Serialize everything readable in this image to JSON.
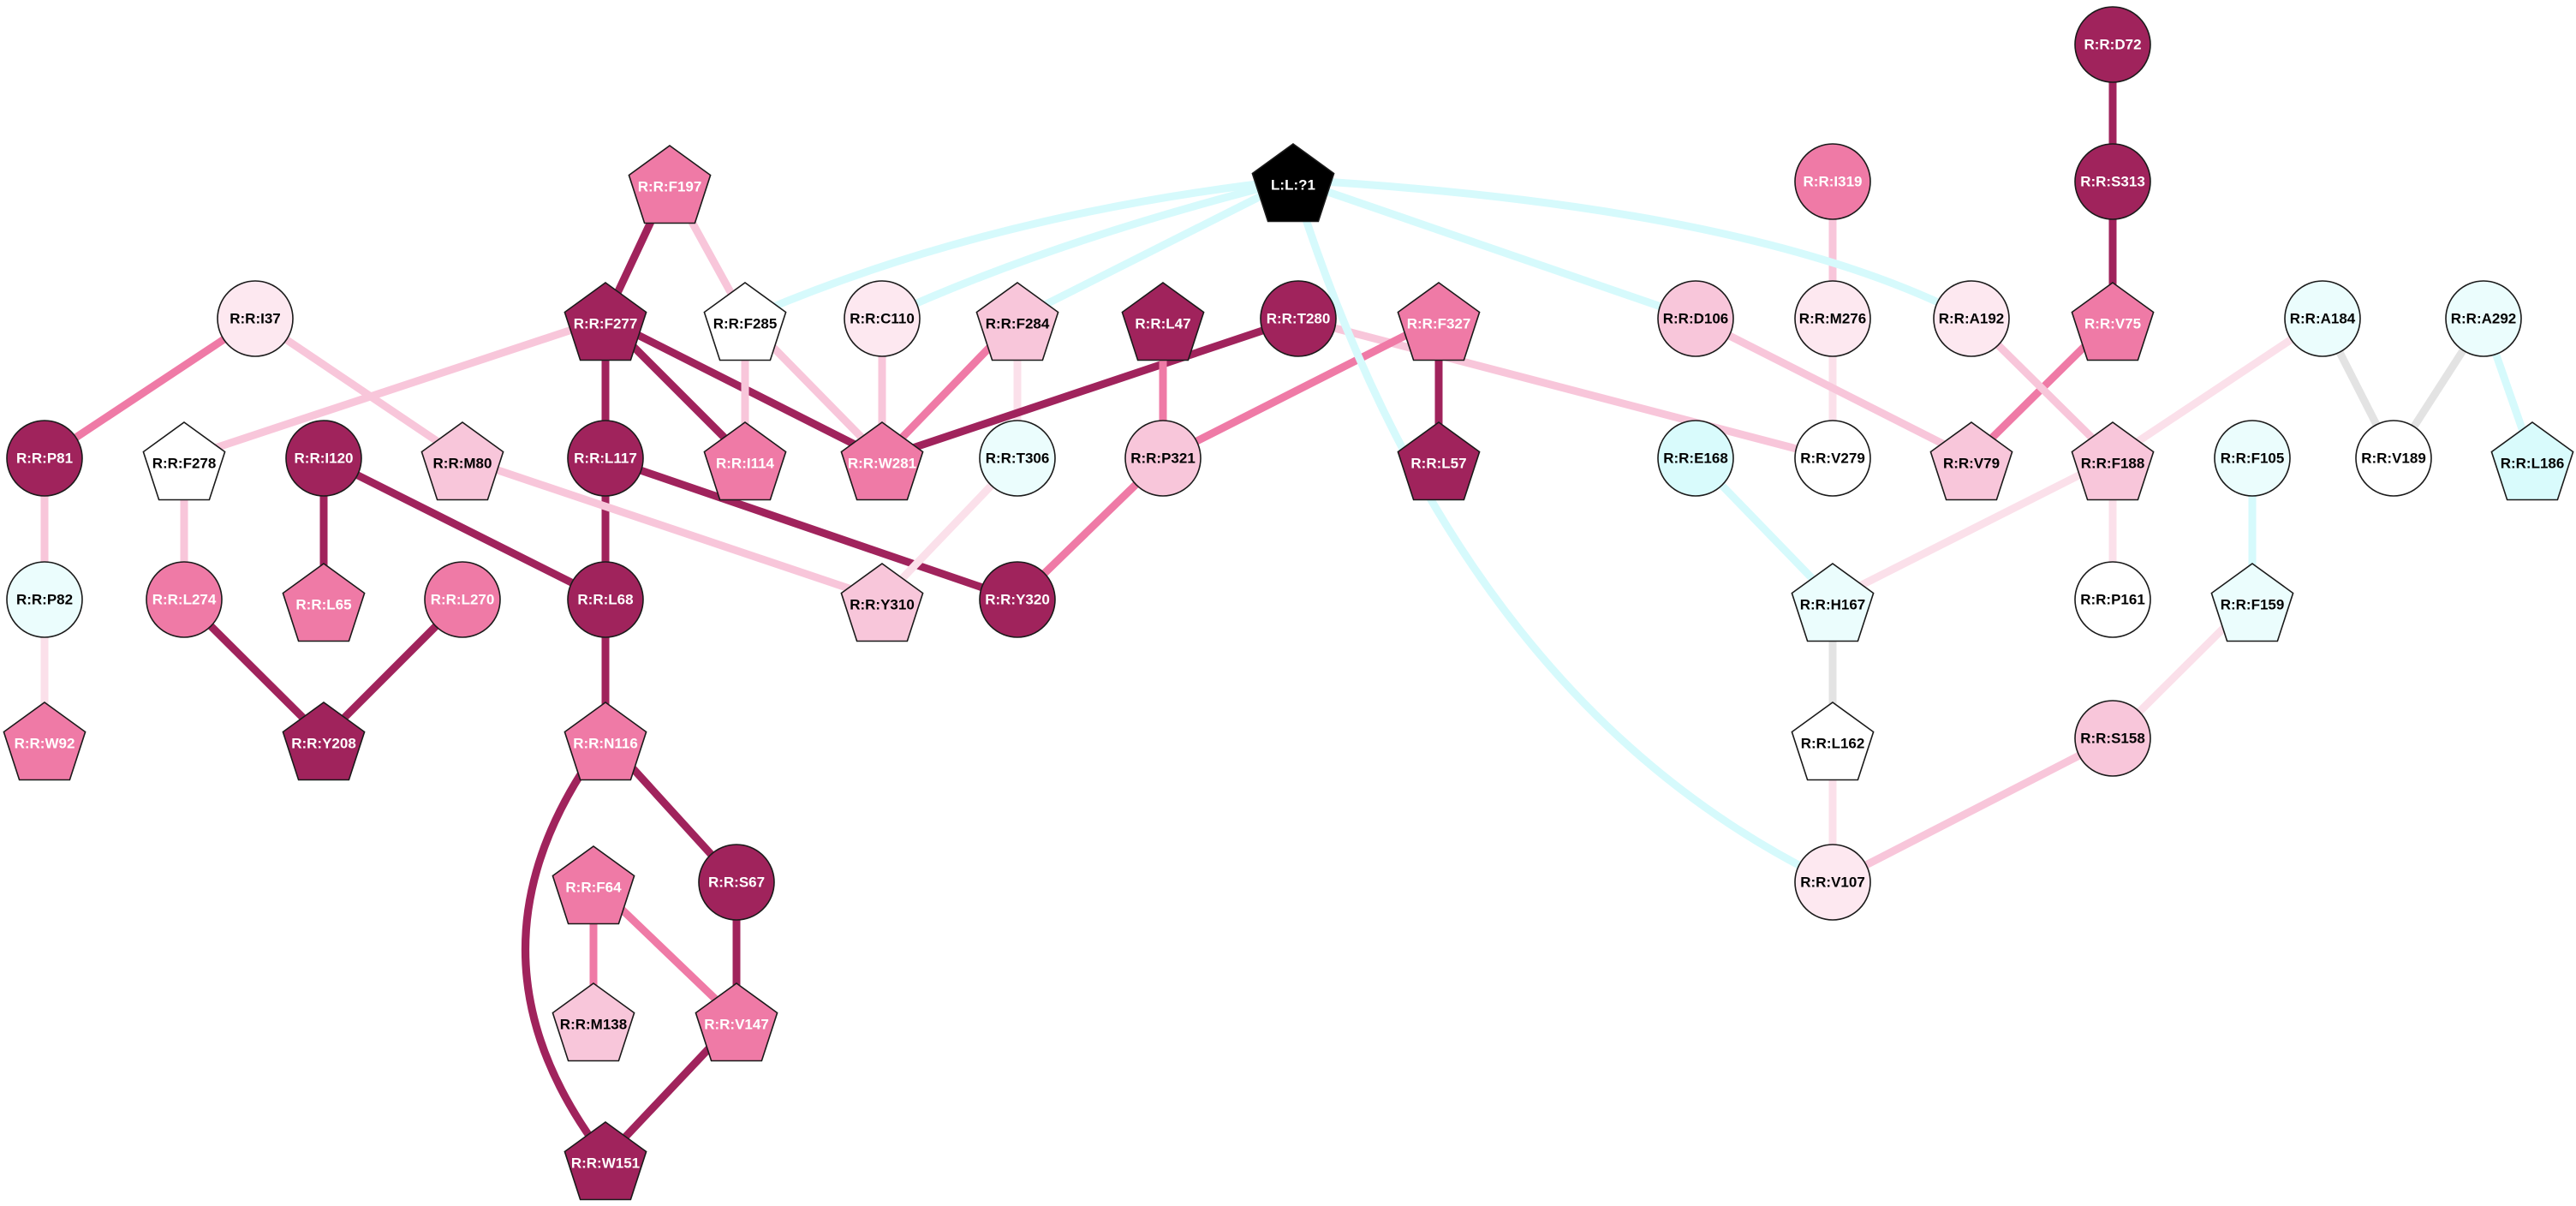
{
  "palette": {
    "dark": "#a0235c",
    "medium": "#ef7aa6",
    "light": "#f8c6da",
    "pale": "#fde8f0",
    "cyan": "#d9fbfc",
    "cyan_pale": "#ebfdfd",
    "white": "#ffffff",
    "black": "#000000",
    "grey": "#e3e3e3",
    "edge_cyan": "#d6fafc",
    "edge_pale": "#fbe0ea"
  },
  "nodes": [
    {
      "id": "L:L:?1",
      "label": "L:L:?1",
      "shape": "pentagon",
      "color": "black"
    },
    {
      "id": "R:R:D72",
      "label": "R:R:D72",
      "shape": "circle",
      "color": "dark"
    },
    {
      "id": "R:R:S313",
      "label": "R:R:S313",
      "shape": "circle",
      "color": "dark"
    },
    {
      "id": "R:R:V75",
      "label": "R:R:V75",
      "shape": "pentagon",
      "color": "medium"
    },
    {
      "id": "R:R:F197",
      "label": "R:R:F197",
      "shape": "pentagon",
      "color": "medium"
    },
    {
      "id": "R:R:I319",
      "label": "R:R:I319",
      "shape": "circle",
      "color": "medium"
    },
    {
      "id": "R:R:I37",
      "label": "R:R:I37",
      "shape": "circle",
      "color": "pale"
    },
    {
      "id": "R:R:F277",
      "label": "R:R:F277",
      "shape": "pentagon",
      "color": "dark"
    },
    {
      "id": "R:R:F285",
      "label": "R:R:F285",
      "shape": "pentagon",
      "color": "white"
    },
    {
      "id": "R:R:C110",
      "label": "R:R:C110",
      "shape": "circle",
      "color": "pale"
    },
    {
      "id": "R:R:F284",
      "label": "R:R:F284",
      "shape": "pentagon",
      "color": "light"
    },
    {
      "id": "R:R:L47",
      "label": "R:R:L47",
      "shape": "pentagon",
      "color": "dark"
    },
    {
      "id": "R:R:T280",
      "label": "R:R:T280",
      "shape": "circle",
      "color": "dark"
    },
    {
      "id": "R:R:F327",
      "label": "R:R:F327",
      "shape": "pentagon",
      "color": "medium"
    },
    {
      "id": "R:R:D106",
      "label": "R:R:D106",
      "shape": "circle",
      "color": "light"
    },
    {
      "id": "R:R:M276",
      "label": "R:R:M276",
      "shape": "circle",
      "color": "pale"
    },
    {
      "id": "R:R:A192",
      "label": "R:R:A192",
      "shape": "circle",
      "color": "pale"
    },
    {
      "id": "R:R:A184",
      "label": "R:R:A184",
      "shape": "circle",
      "color": "cyan_pale"
    },
    {
      "id": "R:R:A292",
      "label": "R:R:A292",
      "shape": "circle",
      "color": "cyan_pale"
    },
    {
      "id": "R:R:P81",
      "label": "R:R:P81",
      "shape": "circle",
      "color": "dark"
    },
    {
      "id": "R:R:F278",
      "label": "R:R:F278",
      "shape": "pentagon",
      "color": "white"
    },
    {
      "id": "R:R:I120",
      "label": "R:R:I120",
      "shape": "circle",
      "color": "dark"
    },
    {
      "id": "R:R:M80",
      "label": "R:R:M80",
      "shape": "pentagon",
      "color": "light"
    },
    {
      "id": "R:R:L117",
      "label": "R:R:L117",
      "shape": "circle",
      "color": "dark"
    },
    {
      "id": "R:R:I114",
      "label": "R:R:I114",
      "shape": "pentagon",
      "color": "medium"
    },
    {
      "id": "R:R:W281",
      "label": "R:R:W281",
      "shape": "pentagon",
      "color": "medium"
    },
    {
      "id": "R:R:T306",
      "label": "R:R:T306",
      "shape": "circle",
      "color": "cyan_pale"
    },
    {
      "id": "R:R:P321",
      "label": "R:R:P321",
      "shape": "circle",
      "color": "light"
    },
    {
      "id": "R:R:L57",
      "label": "R:R:L57",
      "shape": "pentagon",
      "color": "dark"
    },
    {
      "id": "R:R:E168",
      "label": "R:R:E168",
      "shape": "circle",
      "color": "cyan"
    },
    {
      "id": "R:R:V279",
      "label": "R:R:V279",
      "shape": "circle",
      "color": "white"
    },
    {
      "id": "R:R:V79",
      "label": "R:R:V79",
      "shape": "pentagon",
      "color": "light"
    },
    {
      "id": "R:R:F188",
      "label": "R:R:F188",
      "shape": "pentagon",
      "color": "light"
    },
    {
      "id": "R:R:F105",
      "label": "R:R:F105",
      "shape": "circle",
      "color": "cyan_pale"
    },
    {
      "id": "R:R:V189",
      "label": "R:R:V189",
      "shape": "circle",
      "color": "white"
    },
    {
      "id": "R:R:L186",
      "label": "R:R:L186",
      "shape": "pentagon",
      "color": "cyan"
    },
    {
      "id": "R:R:P82",
      "label": "R:R:P82",
      "shape": "circle",
      "color": "cyan_pale"
    },
    {
      "id": "R:R:L274",
      "label": "R:R:L274",
      "shape": "circle",
      "color": "medium"
    },
    {
      "id": "R:R:L65",
      "label": "R:R:L65",
      "shape": "pentagon",
      "color": "medium"
    },
    {
      "id": "R:R:L270",
      "label": "R:R:L270",
      "shape": "circle",
      "color": "medium"
    },
    {
      "id": "R:R:L68",
      "label": "R:R:L68",
      "shape": "circle",
      "color": "dark"
    },
    {
      "id": "R:R:Y310",
      "label": "R:R:Y310",
      "shape": "pentagon",
      "color": "light"
    },
    {
      "id": "R:R:Y320",
      "label": "R:R:Y320",
      "shape": "circle",
      "color": "dark"
    },
    {
      "id": "R:R:H167",
      "label": "R:R:H167",
      "shape": "pentagon",
      "color": "cyan_pale"
    },
    {
      "id": "R:R:P161",
      "label": "R:R:P161",
      "shape": "circle",
      "color": "white"
    },
    {
      "id": "R:R:F159",
      "label": "R:R:F159",
      "shape": "pentagon",
      "color": "cyan_pale"
    },
    {
      "id": "R:R:W92",
      "label": "R:R:W92",
      "shape": "pentagon",
      "color": "medium"
    },
    {
      "id": "R:R:Y208",
      "label": "R:R:Y208",
      "shape": "pentagon",
      "color": "dark"
    },
    {
      "id": "R:R:N116",
      "label": "R:R:N116",
      "shape": "pentagon",
      "color": "medium"
    },
    {
      "id": "R:R:L162",
      "label": "R:R:L162",
      "shape": "pentagon",
      "color": "white"
    },
    {
      "id": "R:R:S158",
      "label": "R:R:S158",
      "shape": "circle",
      "color": "light"
    },
    {
      "id": "R:R:F64",
      "label": "R:R:F64",
      "shape": "pentagon",
      "color": "medium"
    },
    {
      "id": "R:R:S67",
      "label": "R:R:S67",
      "shape": "circle",
      "color": "dark"
    },
    {
      "id": "R:R:V107",
      "label": "R:R:V107",
      "shape": "circle",
      "color": "pale"
    },
    {
      "id": "R:R:M138",
      "label": "R:R:M138",
      "shape": "pentagon",
      "color": "light"
    },
    {
      "id": "R:R:V147",
      "label": "R:R:V147",
      "shape": "pentagon",
      "color": "medium"
    },
    {
      "id": "R:R:W151",
      "label": "R:R:W151",
      "shape": "pentagon",
      "color": "dark"
    }
  ],
  "edges": [
    {
      "from": "R:R:D72",
      "to": "R:R:S313",
      "color": "dark"
    },
    {
      "from": "R:R:S313",
      "to": "R:R:V75",
      "color": "dark"
    },
    {
      "from": "R:R:V75",
      "to": "R:R:V79",
      "color": "medium"
    },
    {
      "from": "R:R:I319",
      "to": "R:R:M276",
      "color": "light"
    },
    {
      "from": "R:R:M276",
      "to": "R:R:V279",
      "color": "edge_pale"
    },
    {
      "from": "R:R:F197",
      "to": "R:R:F277",
      "color": "dark"
    },
    {
      "from": "R:R:F197",
      "to": "R:R:F285",
      "color": "light"
    },
    {
      "from": "R:R:I37",
      "to": "R:R:P81",
      "color": "medium"
    },
    {
      "from": "R:R:I37",
      "to": "R:R:M80",
      "color": "light"
    },
    {
      "from": "R:R:F277",
      "to": "R:R:L117",
      "color": "dark"
    },
    {
      "from": "R:R:F277",
      "to": "R:R:I114",
      "color": "dark"
    },
    {
      "from": "R:R:F277",
      "to": "R:R:W281",
      "color": "dark"
    },
    {
      "from": "R:R:F277",
      "to": "R:R:F278",
      "color": "light"
    },
    {
      "from": "R:R:F285",
      "to": "R:R:I114",
      "color": "light"
    },
    {
      "from": "R:R:F285",
      "to": "R:R:W281",
      "color": "light"
    },
    {
      "from": "R:R:C110",
      "to": "R:R:W281",
      "color": "light"
    },
    {
      "from": "R:R:F284",
      "to": "R:R:W281",
      "color": "medium"
    },
    {
      "from": "R:R:F284",
      "to": "R:R:T306",
      "color": "edge_pale"
    },
    {
      "from": "R:R:T280",
      "to": "R:R:W281",
      "color": "dark"
    },
    {
      "from": "R:R:T280",
      "to": "R:R:V279",
      "color": "light"
    },
    {
      "from": "R:R:L47",
      "to": "R:R:P321",
      "color": "medium"
    },
    {
      "from": "R:R:F327",
      "to": "R:R:P321",
      "color": "medium"
    },
    {
      "from": "R:R:F327",
      "to": "R:R:L57",
      "color": "dark"
    },
    {
      "from": "R:R:P321",
      "to": "R:R:Y320",
      "color": "medium"
    },
    {
      "from": "R:R:L117",
      "to": "R:R:L68",
      "color": "dark"
    },
    {
      "from": "R:R:L117",
      "to": "R:R:Y320",
      "color": "dark"
    },
    {
      "from": "R:R:I120",
      "to": "R:R:L65",
      "color": "dark"
    },
    {
      "from": "R:R:I120",
      "to": "R:R:L68",
      "color": "dark"
    },
    {
      "from": "R:R:M80",
      "to": "R:R:Y310",
      "color": "light"
    },
    {
      "from": "R:R:T306",
      "to": "R:R:Y310",
      "color": "edge_pale"
    },
    {
      "from": "R:R:P81",
      "to": "R:R:P82",
      "color": "light"
    },
    {
      "from": "R:R:P82",
      "to": "R:R:W92",
      "color": "edge_pale"
    },
    {
      "from": "R:R:F278",
      "to": "R:R:L274",
      "color": "light"
    },
    {
      "from": "R:R:L274",
      "to": "R:R:Y208",
      "color": "dark"
    },
    {
      "from": "R:R:L270",
      "to": "R:R:Y208",
      "color": "dark"
    },
    {
      "from": "R:R:L68",
      "to": "R:R:N116",
      "color": "dark"
    },
    {
      "from": "R:R:N116",
      "to": "R:R:S67",
      "color": "dark"
    },
    {
      "from": "R:R:N116",
      "to": "R:R:W151",
      "color": "dark",
      "curve": true
    },
    {
      "from": "R:R:S67",
      "to": "R:R:V147",
      "color": "dark"
    },
    {
      "from": "R:R:F64",
      "to": "R:R:M138",
      "color": "medium"
    },
    {
      "from": "R:R:F64",
      "to": "R:R:V147",
      "color": "medium"
    },
    {
      "from": "R:R:V147",
      "to": "R:R:W151",
      "color": "dark"
    },
    {
      "from": "R:R:D106",
      "to": "R:R:V79",
      "color": "light"
    },
    {
      "from": "R:R:A192",
      "to": "R:R:F188",
      "color": "light"
    },
    {
      "from": "R:R:A184",
      "to": "R:R:F188",
      "color": "edge_pale"
    },
    {
      "from": "R:R:A184",
      "to": "R:R:V189",
      "color": "grey"
    },
    {
      "from": "R:R:A292",
      "to": "R:R:V189",
      "color": "grey"
    },
    {
      "from": "R:R:A292",
      "to": "R:R:L186",
      "color": "edge_cyan"
    },
    {
      "from": "R:R:F188",
      "to": "R:R:H167",
      "color": "edge_pale"
    },
    {
      "from": "R:R:F188",
      "to": "R:R:P161",
      "color": "edge_pale"
    },
    {
      "from": "R:R:E168",
      "to": "R:R:H167",
      "color": "edge_cyan"
    },
    {
      "from": "R:R:F105",
      "to": "R:R:F159",
      "color": "edge_cyan"
    },
    {
      "from": "R:R:F159",
      "to": "R:R:S158",
      "color": "edge_pale"
    },
    {
      "from": "R:R:H167",
      "to": "R:R:L162",
      "color": "grey"
    },
    {
      "from": "R:R:L162",
      "to": "R:R:V107",
      "color": "edge_pale"
    },
    {
      "from": "R:R:S158",
      "to": "R:R:V107",
      "color": "light"
    },
    {
      "from": "L:L:?1",
      "to": "R:R:F285",
      "color": "edge_cyan",
      "curve": true
    },
    {
      "from": "L:L:?1",
      "to": "R:R:C110",
      "color": "edge_cyan",
      "curve": true
    },
    {
      "from": "L:L:?1",
      "to": "R:R:F284",
      "color": "edge_cyan"
    },
    {
      "from": "L:L:?1",
      "to": "R:R:D106",
      "color": "edge_cyan"
    },
    {
      "from": "L:L:?1",
      "to": "R:R:A192",
      "color": "edge_cyan",
      "curve": true
    },
    {
      "from": "L:L:?1",
      "to": "R:R:V107",
      "color": "edge_cyan",
      "curve": true
    }
  ]
}
